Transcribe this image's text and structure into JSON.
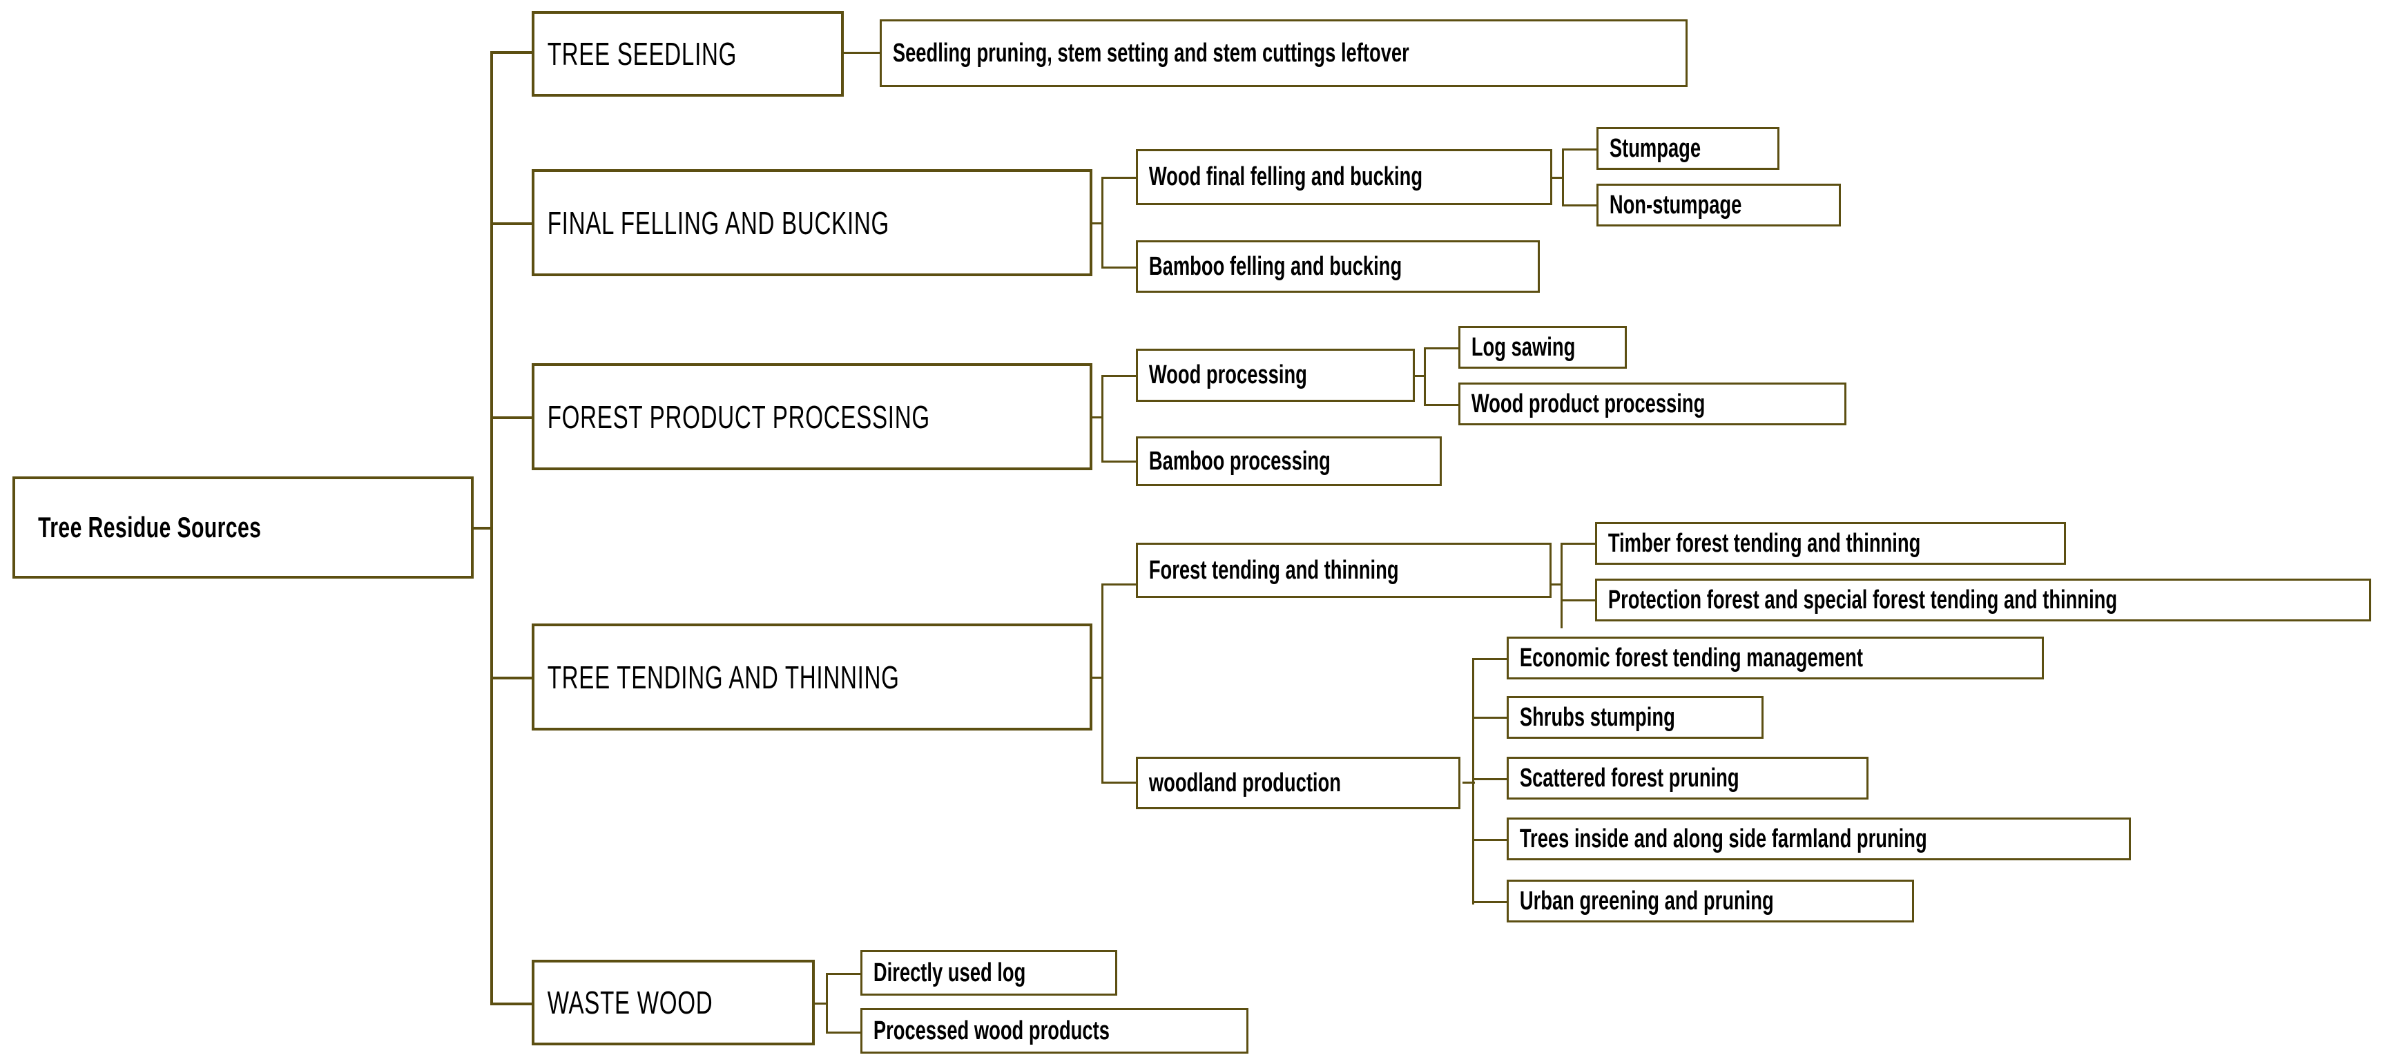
{
  "diagram": {
    "title": "Tree Residue Sources",
    "type": "hierarchy-tree",
    "colors": {
      "border": "#5c4f12",
      "text": "#000000",
      "background": "#ffffff"
    },
    "root": {
      "label": "Tree Residue Sources"
    },
    "branches": [
      {
        "label": "TREE SEEDLING",
        "children": [
          {
            "label": "Seedling pruning, stem setting and stem cuttings leftover",
            "children": []
          }
        ]
      },
      {
        "label": "FINAL FELLING AND BUCKING",
        "children": [
          {
            "label": "Wood final felling and bucking",
            "children": [
              {
                "label": "Stumpage"
              },
              {
                "label": "Non-stumpage"
              }
            ]
          },
          {
            "label": "Bamboo felling and bucking",
            "children": []
          }
        ]
      },
      {
        "label": "FOREST PRODUCT PROCESSING",
        "children": [
          {
            "label": "Wood processing",
            "children": [
              {
                "label": "Log sawing"
              },
              {
                "label": "Wood product processing"
              }
            ]
          },
          {
            "label": "Bamboo processing",
            "children": []
          }
        ]
      },
      {
        "label": "TREE TENDING AND THINNING",
        "children": [
          {
            "label": "Forest tending and thinning",
            "children": [
              {
                "label": "Timber forest tending and thinning"
              },
              {
                "label": "Protection forest and special forest tending and thinning"
              }
            ]
          },
          {
            "label": "woodland production",
            "children": [
              {
                "label": "Economic forest tending management"
              },
              {
                "label": "Shrubs stumping"
              },
              {
                "label": "Scattered forest pruning"
              },
              {
                "label": "Trees inside and along side farmland pruning"
              },
              {
                "label": "Urban greening and pruning"
              }
            ]
          }
        ]
      },
      {
        "label": "WASTE WOOD",
        "children": [
          {
            "label": "Directly used log",
            "children": []
          },
          {
            "label": "Processed wood products",
            "children": []
          }
        ]
      }
    ]
  }
}
